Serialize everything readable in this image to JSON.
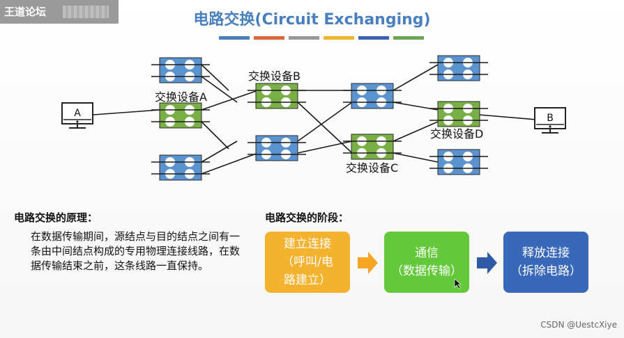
{
  "watermark": {
    "text": "王道论坛"
  },
  "title": "电路交换(Circuit Exchanging)",
  "color_bar": [
    "#4a7fbf",
    "#d9683a",
    "#9a9a9a",
    "#f0b52b",
    "#3b62b4",
    "#6aa84f"
  ],
  "colors": {
    "blue_switch": "#5b93cf",
    "green_switch": "#7aaf48",
    "line": "#1a1a1a"
  },
  "diagram": {
    "host_a": "A",
    "host_b": "B",
    "switch_a_label": "交换设备A",
    "switch_b_label": "交换设备B",
    "switch_c_label": "交换设备C",
    "switch_d_label": "交换设备D"
  },
  "principle": {
    "heading": "电路交换的原理：",
    "body": "在数据传输期间，源结点与目的结点之间有一条由中间结点构成的专用物理连接线路，在数据传输结束之前，这条线路一直保持。"
  },
  "stages": {
    "heading": "电路交换的阶段：",
    "items": [
      {
        "line1": "建立连接",
        "line2": "（呼叫/电",
        "line3": "路建立）",
        "color": "#f5b22f"
      },
      {
        "line1": "通信",
        "line2": "（数据传输）",
        "line3": "",
        "color": "#63c93b"
      },
      {
        "line1": "释放连接",
        "line2": "（拆除电路）",
        "line3": "",
        "color": "#3a68b8"
      }
    ]
  },
  "footer": {
    "csdn": "CSDN @UestcXiye"
  }
}
